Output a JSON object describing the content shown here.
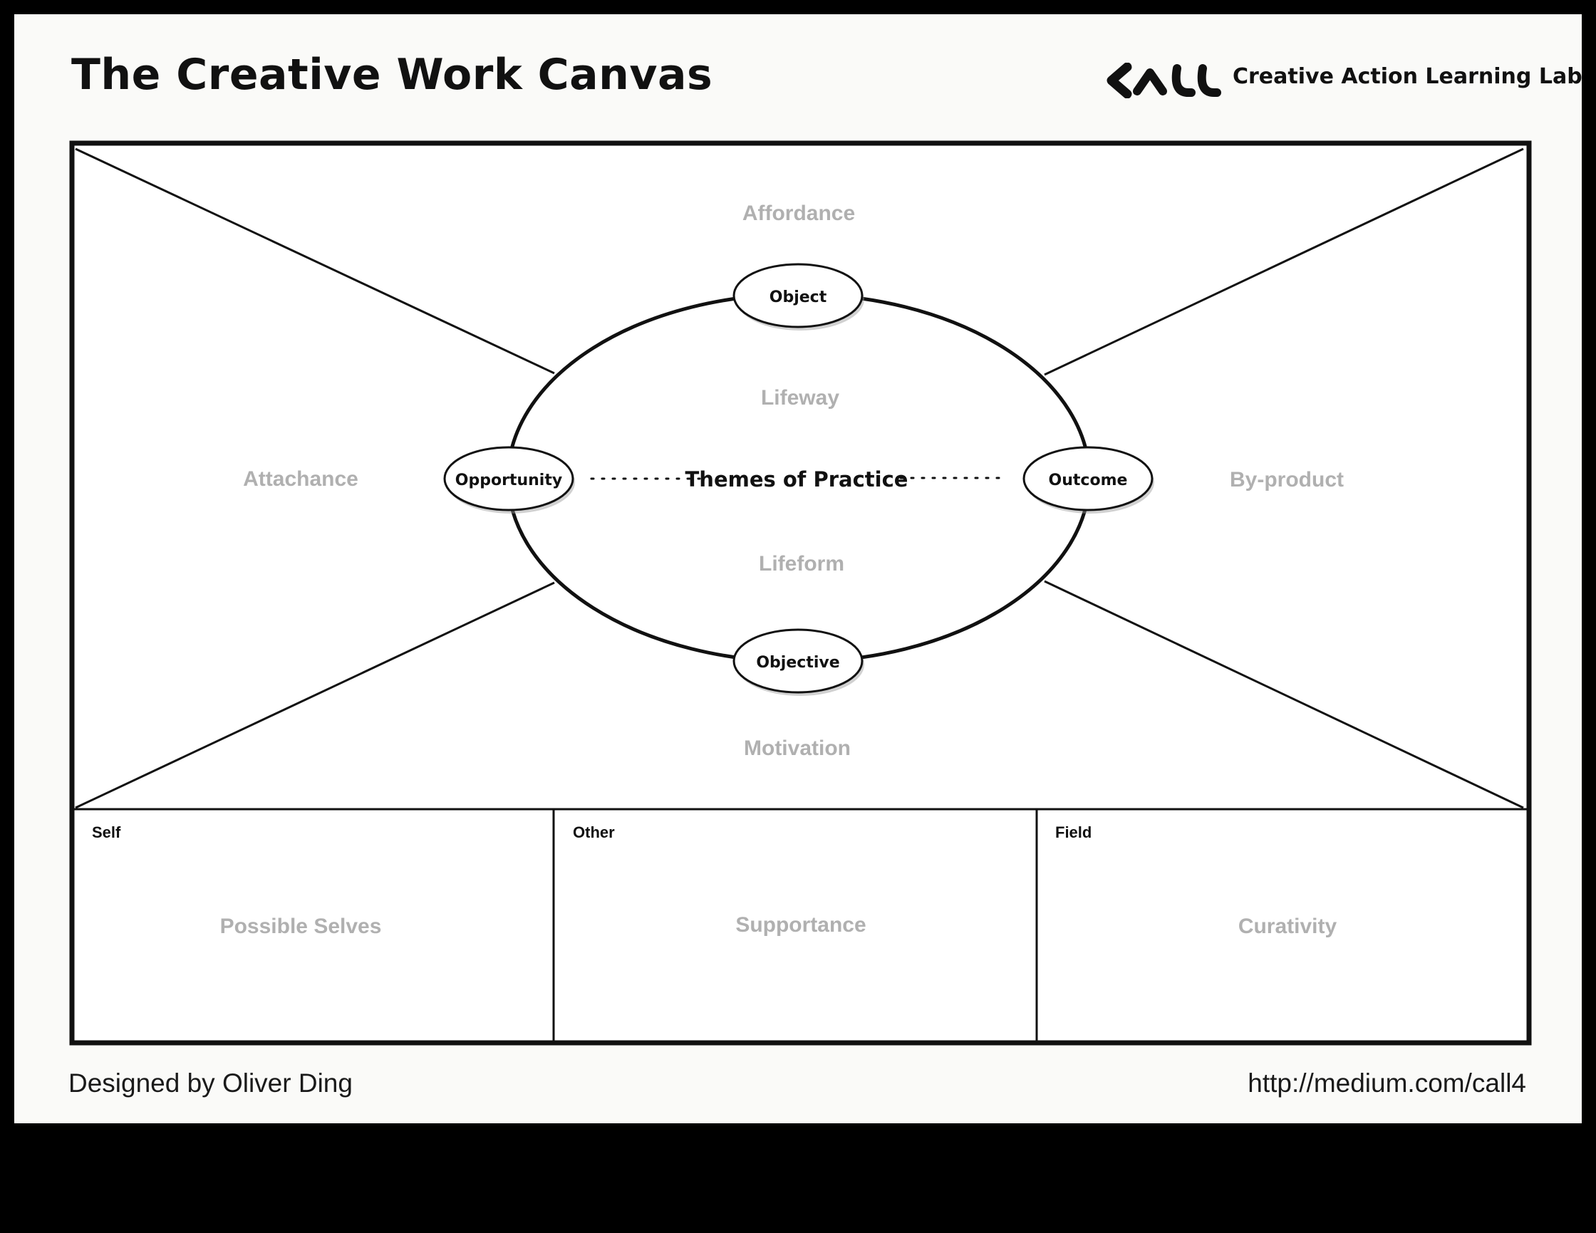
{
  "header": {
    "title": "The Creative Work Canvas",
    "brand_logo_text": "CALL",
    "brand_name": "Creative Action Learning Lab"
  },
  "canvas": {
    "zones": {
      "top": "Affordance",
      "left": "Attachance",
      "right": "By-product",
      "bottom": "Motivation"
    },
    "ellipse": {
      "upper": "Lifeway",
      "lower": "Lifeform",
      "center": "Themes of Practice"
    },
    "nodes": {
      "top": "Object",
      "left": "Opportunity",
      "right": "Outcome",
      "bottom": "Objective"
    },
    "panels": [
      {
        "tag": "Self",
        "label": "Possible Selves"
      },
      {
        "tag": "Other",
        "label": "Supportance"
      },
      {
        "tag": "Field",
        "label": "Curativity"
      }
    ]
  },
  "footer": {
    "credit": "Designed by Oliver Ding",
    "url": "http://medium.com/call4"
  },
  "colors": {
    "ink": "#111111",
    "muted_label": "#b0b0b0",
    "paper": "#fafaf8",
    "background": "#000000"
  }
}
